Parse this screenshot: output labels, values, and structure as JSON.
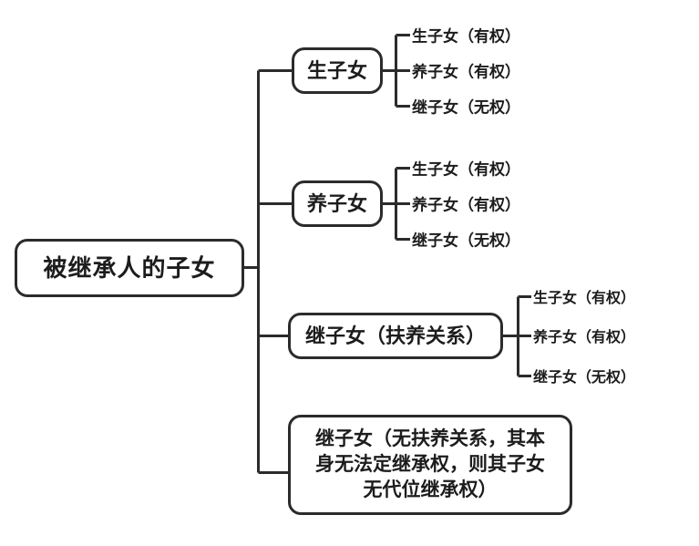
{
  "diagram": {
    "title_text": "被继承人的子女",
    "type": "tree",
    "root": {
      "label": "被继承人的子女"
    },
    "branches": [
      {
        "label": "生子女",
        "leaves": [
          {
            "label": "生子女（有权）"
          },
          {
            "label": "养子女（有权）"
          },
          {
            "label": "继子女（无权）"
          }
        ]
      },
      {
        "label": "养子女",
        "leaves": [
          {
            "label": "生子女（有权）"
          },
          {
            "label": "养子女（有权）"
          },
          {
            "label": "继子女（无权）"
          }
        ]
      },
      {
        "label": "继子女（扶养关系）",
        "leaves": [
          {
            "label": "生子女（有权）"
          },
          {
            "label": "养子女（有权）"
          },
          {
            "label": "继子女（无权）"
          }
        ]
      },
      {
        "label": "继子女（无扶养关系，其本\n身无法定继承权，则其子女\n无代位继承权）",
        "leaves": []
      }
    ],
    "colors": {
      "line": "#2b2b2b",
      "text": "#1c1c1c",
      "background": "#ffffff"
    }
  }
}
